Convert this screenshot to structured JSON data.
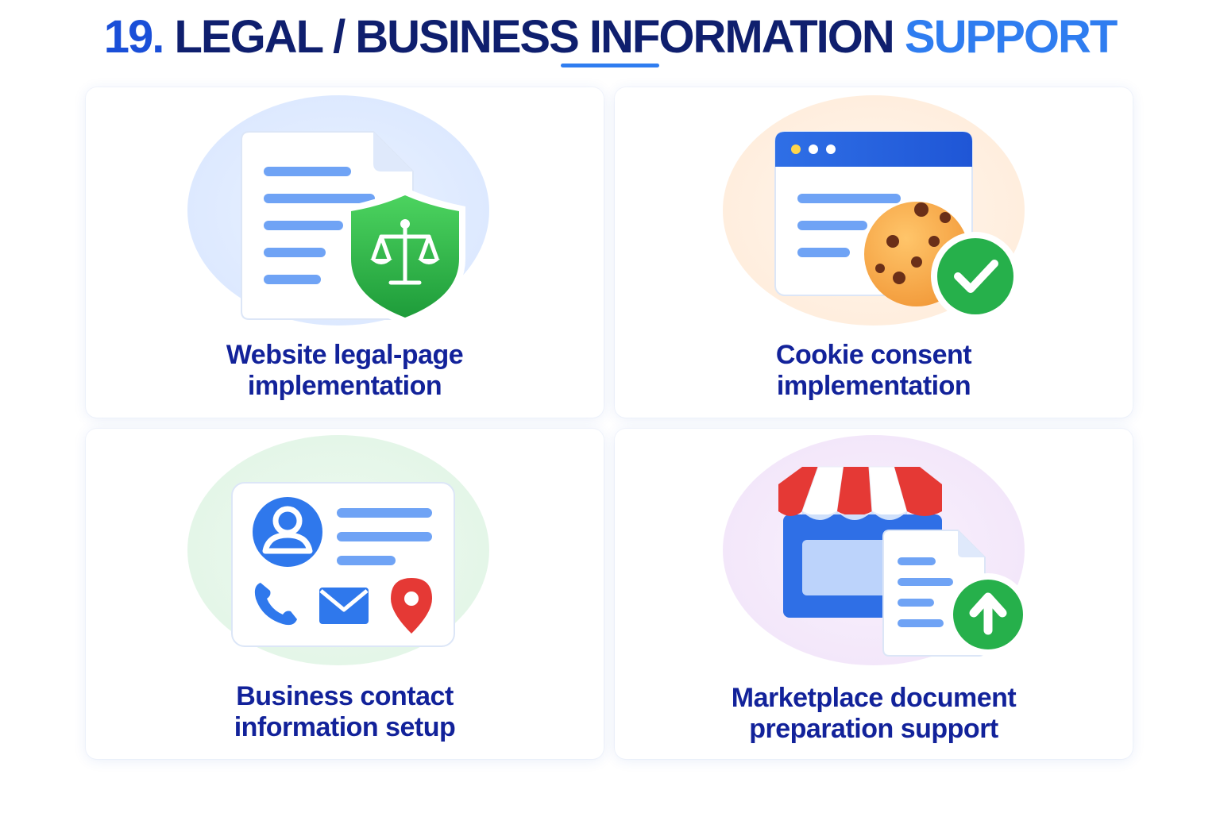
{
  "header": {
    "number": "19.",
    "title_main": "LEGAL / BUSINESS INFORMATION",
    "title_accent": "SUPPORT"
  },
  "cards": [
    {
      "line1": "Website legal-page",
      "line2": "implementation",
      "icon": "legal-document-shield-scales-icon",
      "halo_color": "#e6f0ff"
    },
    {
      "line1": "Cookie consent",
      "line2": "implementation",
      "icon": "browser-cookie-check-icon",
      "halo_color": "#fff1e6"
    },
    {
      "line1": "Business contact",
      "line2": "information setup",
      "icon": "contact-card-icon",
      "halo_color": "#e9f8ec"
    },
    {
      "line1": "Marketplace document",
      "line2": "preparation support",
      "icon": "storefront-document-upload-icon",
      "halo_color": "#f6edfb"
    }
  ],
  "colors": {
    "title_dark": "#0f1f6e",
    "title_blue": "#2f7df0",
    "label": "#12229a",
    "green": "#2fb84a",
    "red": "#e53935"
  }
}
